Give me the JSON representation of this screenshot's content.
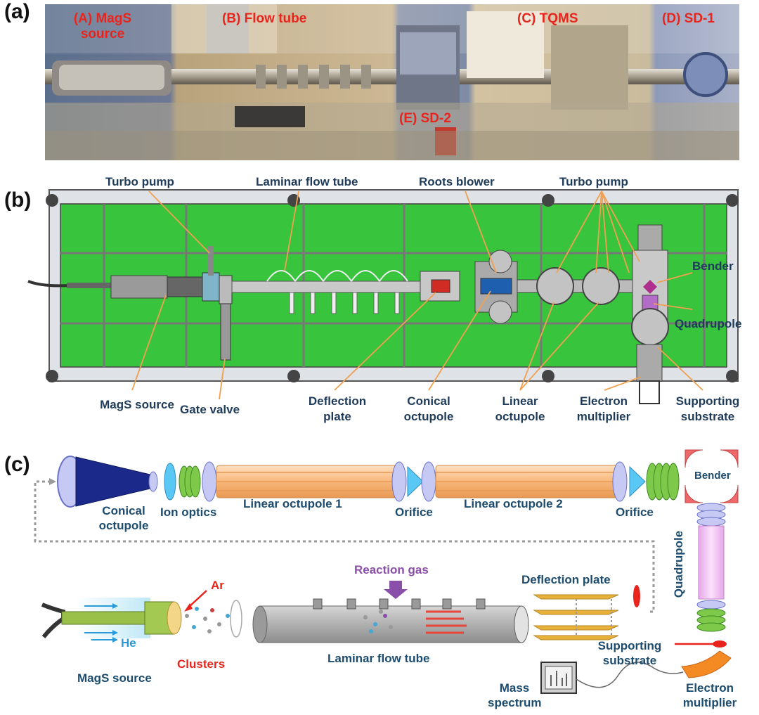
{
  "panel_a": {
    "letter": "(a)",
    "labels": [
      "(A) MagS source",
      "(B) Flow tube",
      "(C) TQMS",
      "(D) SD-1",
      "(E) SD-2"
    ]
  },
  "panel_b": {
    "letter": "(b)",
    "labels": {
      "turbo_pump_left": "Turbo pump",
      "laminar_flow_tube": "Laminar flow tube",
      "roots_blower": "Roots blower",
      "turbo_pump_right": "Turbo pump",
      "bender": "Bender",
      "quadrupole": "Quadrupole",
      "mags_source": "MagS source",
      "gate_valve": "Gate valve",
      "deflection_plate": "Deflection plate",
      "conical_octupole": "Conical octupole",
      "linear_octupole": "Linear octupole",
      "electron_multiplier": "Electron multiplier",
      "supporting_substrate": "Supporting substrate"
    }
  },
  "panel_c": {
    "letter": "(c)",
    "labels": {
      "conical_octupole": "Conical octupole",
      "ion_optics": "Ion optics",
      "linear_octupole_1": "Linear octupole 1",
      "orifice_1": "Orifice",
      "linear_octupole_2": "Linear octupole 2",
      "orifice_2": "Orifice",
      "bender": "Bender",
      "quadrupole": "Quadrupole",
      "reaction_gas": "Reaction gas",
      "deflection_plate": "Deflection plate",
      "ar": "Ar",
      "he": "He",
      "clusters": "Clusters",
      "mags_source": "MagS source",
      "laminar_flow_tube": "Laminar flow tube",
      "supporting_substrate": "Supporting substrate",
      "mass_spectrum": "Mass spectrum",
      "electron_multiplier": "Electron multiplier"
    }
  },
  "colors": {
    "label_dark_blue": "#1f3b5a",
    "photo_label_red": "#e8241c",
    "frame_green": "#38c43c",
    "leader_orange": "#f0a050",
    "octupole_orange": "#f7b77a",
    "lens_blue": "#a9b4ee",
    "bender_red": "#ee6a6a",
    "quadrupole_pink": "#f1c3f3",
    "reaction_gas_purple": "#8a4fa8",
    "clusters_red": "#e8241c",
    "he_blue": "#2a9ad8"
  }
}
